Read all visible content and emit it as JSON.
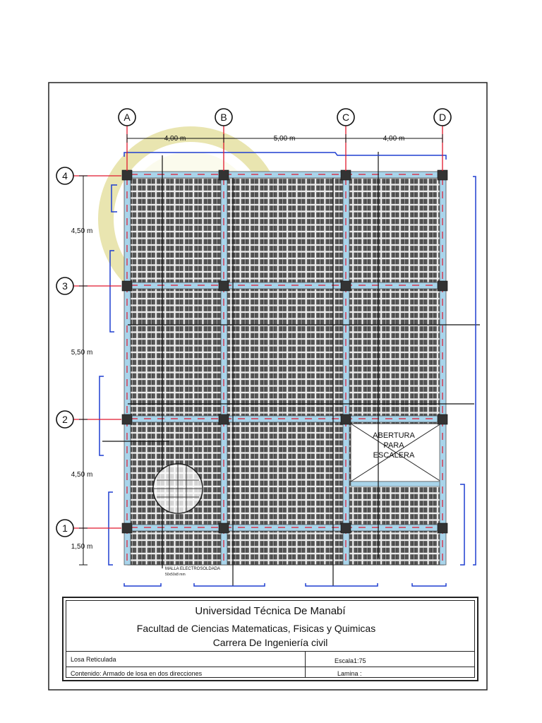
{
  "axes": {
    "columns": [
      "A",
      "B",
      "C",
      "D"
    ],
    "rows": [
      "4",
      "3",
      "2",
      "1"
    ]
  },
  "dimensions": {
    "horizontal": [
      "4,00 m",
      "5,00 m",
      "4,00 m"
    ],
    "vertical": [
      "4,50 m",
      "5,50 m",
      "4,50 m",
      "1,50 m"
    ]
  },
  "opening_label": [
    "ABERTURA",
    "PARA",
    "ESCALERA"
  ],
  "mesh_label": [
    "MALLA ELECTROSOLDADA",
    "50x50x8 mm"
  ],
  "title_block": {
    "university": "Universidad Técnica De Manabí",
    "faculty": "Facultad de Ciencias Matematicas, Fisicas y Quimicas",
    "career": "Carrera De Ingeniería civil",
    "project": "Losa Reticulada",
    "scale": "Escala1:75",
    "content": "Contenido: Armado de losa en dos direcciones",
    "sheet": "Lamina :"
  },
  "colors": {
    "beam": "#a9d4ea",
    "block": "#4a4a4a",
    "rebar": "#1f3fd0",
    "axis_red": "#e0182d",
    "grid_line": "#111111"
  }
}
